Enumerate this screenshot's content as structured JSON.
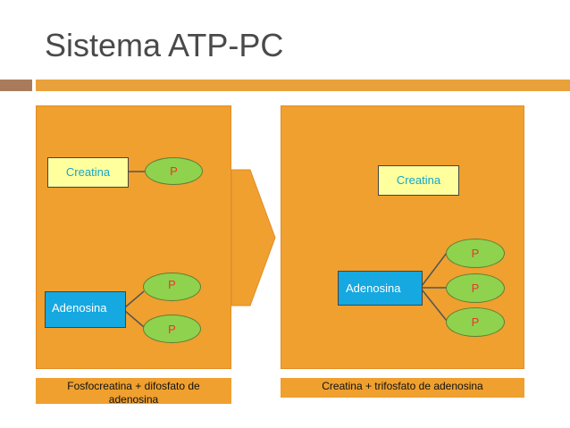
{
  "title": "Sistema ATP-PC",
  "left": {
    "creatina": "Creatina",
    "p_creatina": "P",
    "adenosina": "Adenosina",
    "p_top": "P",
    "p_bottom": "P",
    "caption": "Fosfocreatina + difosfato de adenosina"
  },
  "right": {
    "creatina": "Creatina",
    "adenosina": "Adenosina",
    "p_top": "P",
    "p_mid": "P",
    "p_bottom": "P",
    "caption": "Creatina + trifosfato de adenosina"
  },
  "colors": {
    "panel": "#efa02f",
    "accent_rule": "#e9a13b",
    "rule_left": "#a97b5b",
    "creatina_box": "#ffff9e",
    "adenosina_box": "#16a8e0",
    "phosphate": "#8fd24e",
    "phosphate_text": "#f0322e"
  }
}
